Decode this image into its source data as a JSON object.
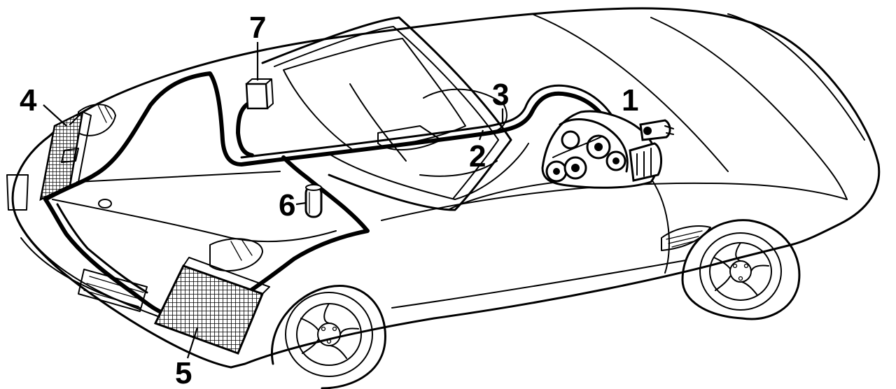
{
  "callouts": {
    "c1": "1",
    "c2": "2",
    "c3": "3",
    "c4": "4",
    "c5": "5",
    "c6": "6",
    "c7": "7"
  },
  "style": {
    "ink_color": "#000000",
    "background_color": "#ffffff"
  }
}
